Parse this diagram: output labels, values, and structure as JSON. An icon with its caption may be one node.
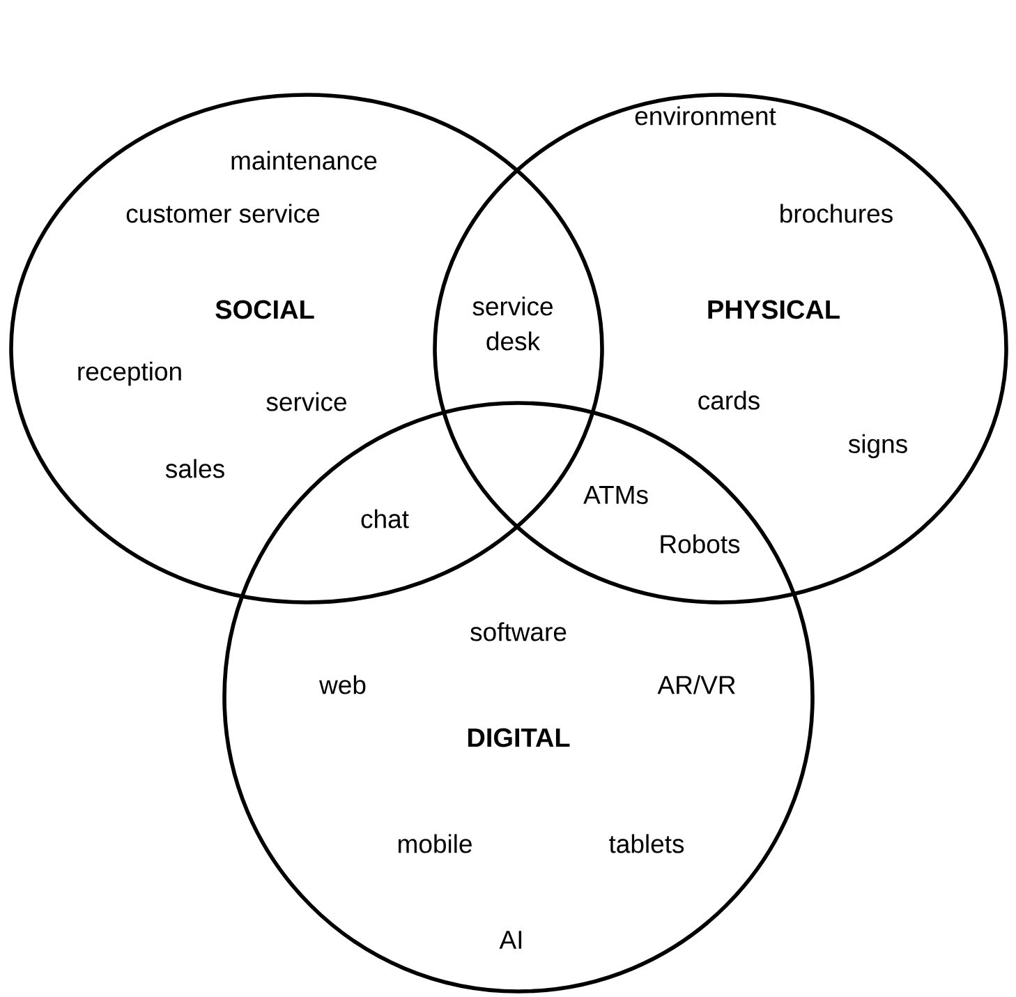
{
  "diagram": {
    "nodes": [
      {
        "text": [
          "SOCIAL"
        ]
      },
      {
        "text": [
          "PHYSICAL"
        ]
      },
      {
        "text": [
          "DIGITAL"
        ]
      }
    ],
    "labels": [
      "environment",
      "maintenance",
      "customer service",
      "brochures",
      "service desk",
      "reception",
      "service",
      "cards",
      "signs",
      "sales",
      "ATMs",
      "chat",
      "Robots",
      "software",
      "web",
      "AR/VR",
      "mobile",
      "tablets",
      "AI"
    ]
  }
}
